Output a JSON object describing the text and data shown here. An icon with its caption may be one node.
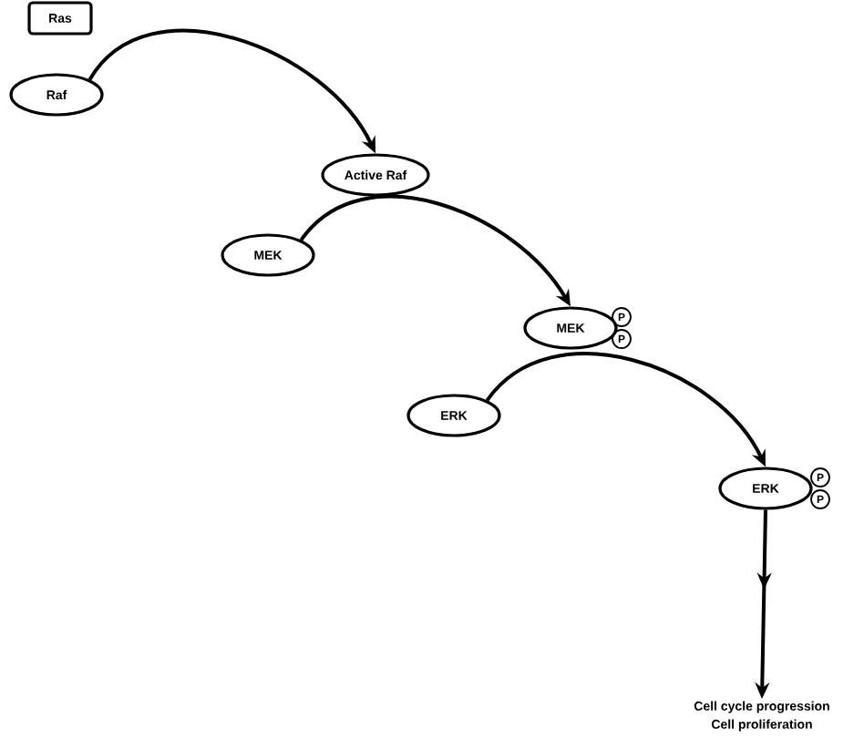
{
  "diagram": {
    "nodes": [
      {
        "text": [
          "Ras"
        ]
      },
      {
        "text": [
          "Raf"
        ]
      },
      {
        "text": [
          "Active Raf"
        ]
      },
      {
        "text": [
          "MEK"
        ]
      },
      {
        "text": [
          "MEK"
        ]
      },
      {
        "text": [
          "P"
        ]
      },
      {
        "text": [
          "P"
        ]
      },
      {
        "text": [
          "ERK"
        ]
      },
      {
        "text": [
          "ERK"
        ]
      },
      {
        "text": [
          "P"
        ]
      },
      {
        "text": [
          "P"
        ]
      },
      {
        "text": [
          "Cell cycle progression",
          "Cell proliferation"
        ]
      }
    ],
    "edges": [
      {
        "from": 1,
        "to": 2,
        "arrow": "to"
      },
      {
        "from": 3,
        "to": 4,
        "arrow": "to"
      },
      {
        "from": 7,
        "to": 8,
        "arrow": "to"
      },
      {
        "from": 8,
        "to": 11,
        "arrow": "to"
      }
    ]
  }
}
